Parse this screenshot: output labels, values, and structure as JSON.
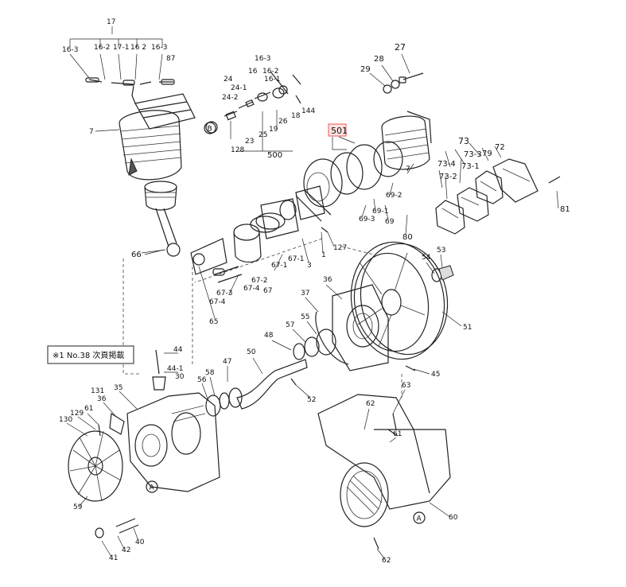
{
  "diagram": {
    "highlight_color": "#ee5555",
    "note": {
      "text": "※1  No.38  次頁掲載"
    },
    "ref_markers": {
      "A": "A",
      "B": "B"
    },
    "labels": {
      "l17": "17",
      "l16_3a": "16-3",
      "l16_2a": "16-2",
      "l17_1": "17-1",
      "l16_2b": "16 2",
      "l16_3b": "16-3",
      "l87": "87",
      "l7a": "7",
      "l24": "24",
      "l24_1": "24-1",
      "l24_2": "24-2",
      "l128": "128",
      "l23": "23",
      "l25": "25",
      "l19": "19",
      "l26": "26",
      "l500": "500",
      "l16_3c": "16-3",
      "l16": "16",
      "l16_2c": "16-2",
      "l16_1": "16-1",
      "l18": "18",
      "l144": "144",
      "l29": "29",
      "l28": "28",
      "l27": "27",
      "l501": "501",
      "l7b": "7",
      "l69_2": "69-2",
      "l69_1": "69-1",
      "l69_3": "69-3",
      "l69": "69",
      "l80": "80",
      "l73": "73",
      "l73_4": "73-4",
      "l73_3": "73-3",
      "l73_1": "73-1",
      "l79": "79",
      "l72": "72",
      "l73_2": "73-2",
      "l81": "81",
      "l66": "66",
      "l65": "65",
      "l67_3": "67-3",
      "l67_4a": "67-4",
      "l67_2": "67-2",
      "l67_4b": "67-4",
      "l67": "67",
      "l67_1a": "67-1",
      "l67_1b": "67-1",
      "l3": "3",
      "l1": "1",
      "l127": "127",
      "l54": "54",
      "l53": "53",
      "l51": "51",
      "l36": "36",
      "l37": "37",
      "l55": "55",
      "l57": "57",
      "l48": "48",
      "l45": "45",
      "l50": "50",
      "l52": "52",
      "l44": "44",
      "l44_1": "44-1",
      "l30": "30",
      "l58": "58",
      "l47": "47",
      "l56": "56",
      "l131": "131",
      "l36b": "36",
      "l35": "35",
      "l129": "129",
      "l61a": "61",
      "l130": "130",
      "l59": "59",
      "l40": "40",
      "l42": "42",
      "l41": "41",
      "l63": "63",
      "l62a": "62",
      "l61b": "61",
      "l60": "60",
      "l62b": "62"
    }
  }
}
